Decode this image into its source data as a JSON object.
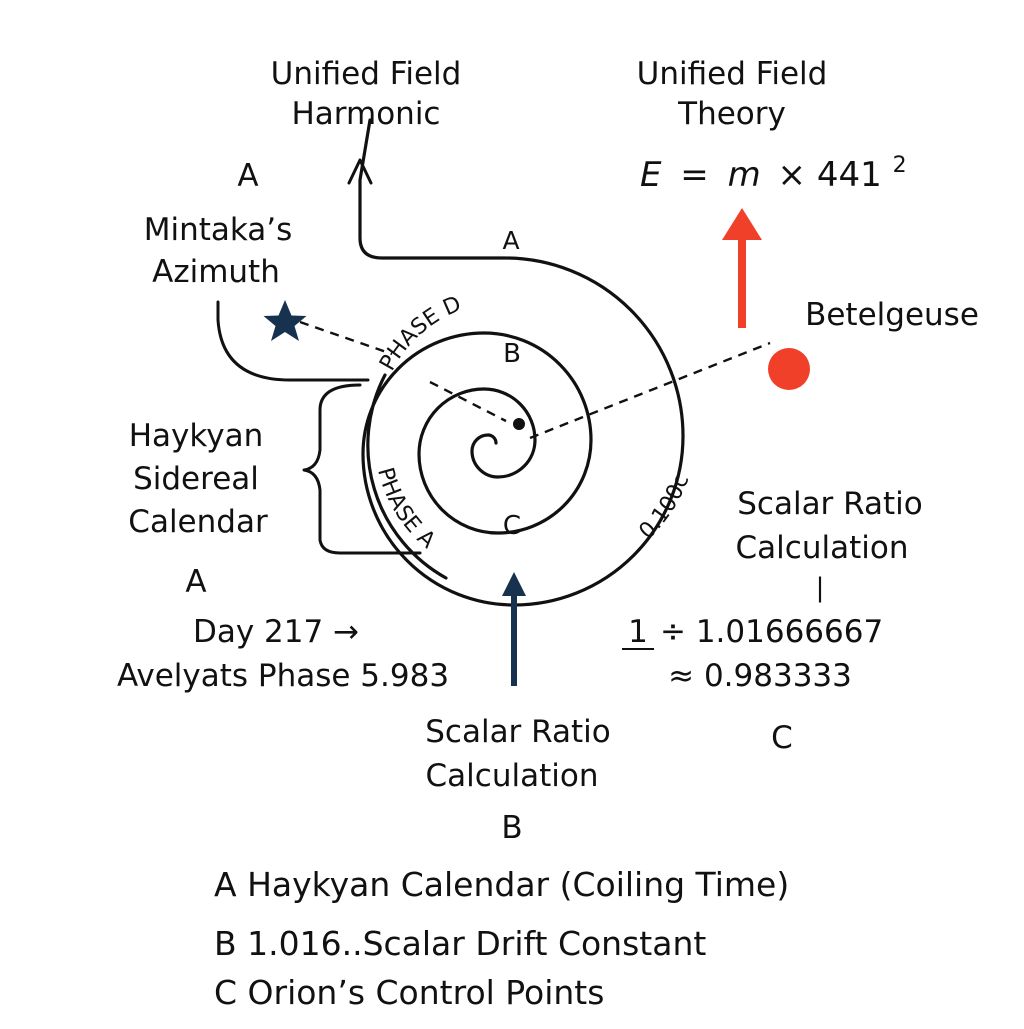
{
  "colors": {
    "ink": "#111111",
    "navy": "#16324f",
    "red": "#f0402a"
  },
  "icons": {
    "star": "five-point-star-icon",
    "betelgeuse_dot": "red-circle-icon"
  },
  "top_left": {
    "line1": "Unified Field",
    "line2": "Harmonic"
  },
  "top_right": {
    "line1": "Unified Field",
    "line2": "Theory",
    "equation_E": "E",
    "equation_eq": "=",
    "equation_m": "m",
    "equation_rest": "× 441",
    "equation_exp": "2"
  },
  "left_panel": {
    "marker_a_top": "A",
    "mintaka_line1": "Mintaka’s",
    "mintaka_line2": "Azimuth",
    "haykyan_line1": "Haykyan",
    "haykyan_line2": "Sidereal",
    "haykyan_line3": "Calendar",
    "marker_a_bottom": "A",
    "day_line1": "Day 217 →",
    "day_line2": "Avelyats Phase 5.983"
  },
  "spiral": {
    "label_a": "A",
    "label_b": "B",
    "label_c": "C",
    "phase_d": "PHASE D",
    "phase_a": "PHASE A",
    "speed": "0.100c"
  },
  "right_panel": {
    "betelgeuse": "Betelgeuse",
    "scalar_line1": "Scalar Ratio",
    "scalar_line2": "Calculation",
    "pipe": "|",
    "formula_one": "1",
    "formula_line1": "÷ 1.01666667",
    "formula_line2": "≈ 0.983333",
    "marker_c": "C"
  },
  "bottom_center": {
    "scalar_line1": "Scalar Ratio",
    "scalar_line2": "Calculation",
    "marker_b": "B"
  },
  "legend": {
    "item_a": "A Haykyan Calendar (Coiling Time)",
    "item_b": "B 1.016..Scalar Drift Constant",
    "item_c": "C Orion’s Control Points"
  }
}
